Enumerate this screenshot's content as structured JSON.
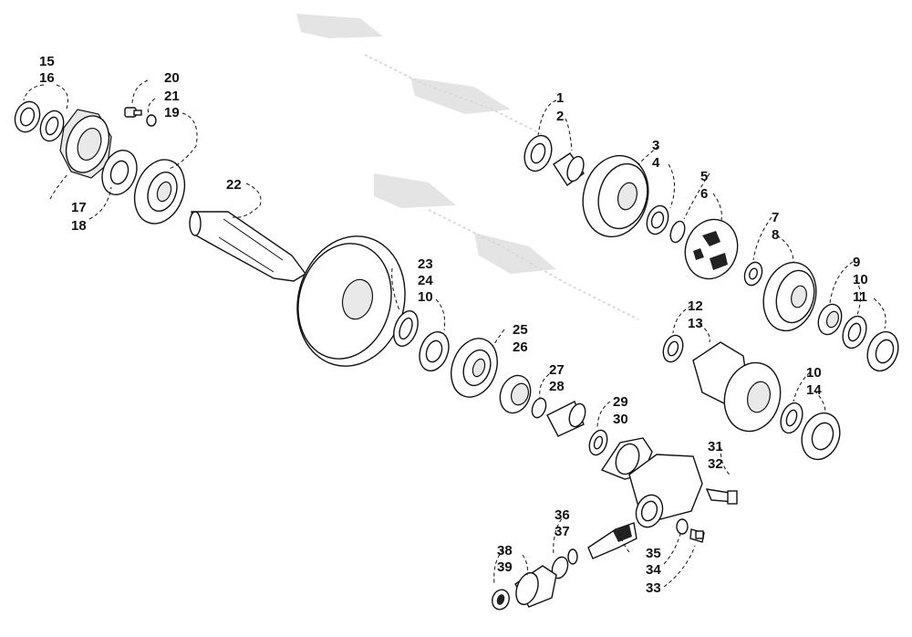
{
  "diagram": {
    "part_labels": [
      {
        "id": "p1",
        "text": "1"
      },
      {
        "id": "p2",
        "text": "2"
      },
      {
        "id": "p3",
        "text": "3"
      },
      {
        "id": "p4",
        "text": "4"
      },
      {
        "id": "p5",
        "text": "5"
      },
      {
        "id": "p6",
        "text": "6"
      },
      {
        "id": "p7",
        "text": "7"
      },
      {
        "id": "p8",
        "text": "8"
      },
      {
        "id": "p9",
        "text": "9"
      },
      {
        "id": "p10a",
        "text": "10"
      },
      {
        "id": "p10b",
        "text": "10"
      },
      {
        "id": "p10c",
        "text": "10"
      },
      {
        "id": "p11",
        "text": "11"
      },
      {
        "id": "p12",
        "text": "12"
      },
      {
        "id": "p13",
        "text": "13"
      },
      {
        "id": "p14",
        "text": "14"
      },
      {
        "id": "p15",
        "text": "15"
      },
      {
        "id": "p16",
        "text": "16"
      },
      {
        "id": "p17",
        "text": "17"
      },
      {
        "id": "p18",
        "text": "18"
      },
      {
        "id": "p19",
        "text": "19"
      },
      {
        "id": "p20",
        "text": "20"
      },
      {
        "id": "p21",
        "text": "21"
      },
      {
        "id": "p22",
        "text": "22"
      },
      {
        "id": "p23",
        "text": "23"
      },
      {
        "id": "p24",
        "text": "24"
      },
      {
        "id": "p25",
        "text": "25"
      },
      {
        "id": "p26",
        "text": "26"
      },
      {
        "id": "p27",
        "text": "27"
      },
      {
        "id": "p28",
        "text": "28"
      },
      {
        "id": "p29",
        "text": "29"
      },
      {
        "id": "p30",
        "text": "30"
      },
      {
        "id": "p31",
        "text": "31"
      },
      {
        "id": "p32",
        "text": "32"
      },
      {
        "id": "p33",
        "text": "33"
      },
      {
        "id": "p34",
        "text": "34"
      },
      {
        "id": "p35",
        "text": "35"
      },
      {
        "id": "p36",
        "text": "36"
      },
      {
        "id": "p37",
        "text": "37"
      },
      {
        "id": "p38",
        "text": "38"
      },
      {
        "id": "p39",
        "text": "39"
      }
    ]
  }
}
